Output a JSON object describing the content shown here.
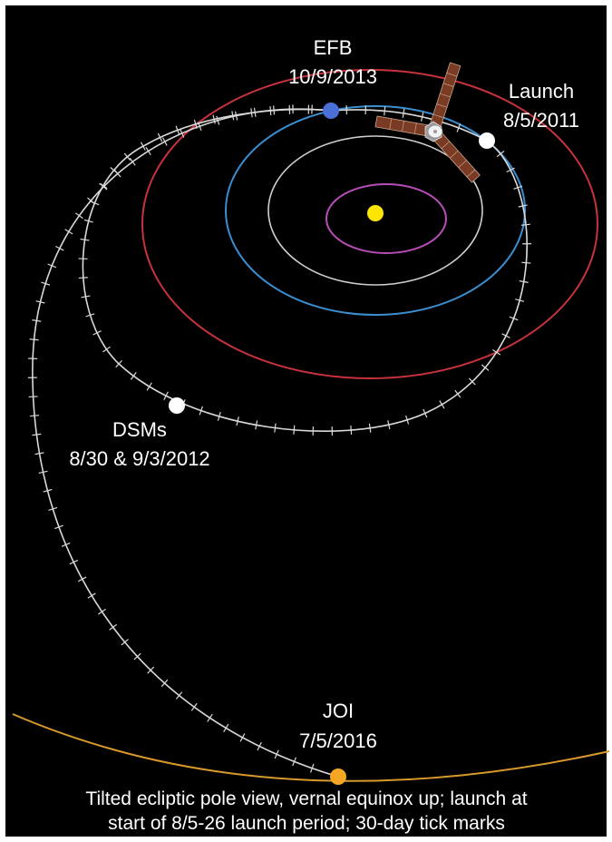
{
  "labels": {
    "efb_name": "EFB",
    "efb_date": "10/9/2013",
    "launch_name": "Launch",
    "launch_date": "8/5/2011",
    "dsm_name": "DSMs",
    "dsm_dates": "8/30 & 9/3/2012",
    "joi_name": "JOI",
    "joi_date": "7/5/2016"
  },
  "caption": {
    "line1": "Tilted ecliptic pole view, vernal equinox up; launch at",
    "line2": "start of 8/5-26 launch period; 30-day tick marks"
  },
  "colors": {
    "background": "#000000",
    "sun": "#ffe600",
    "mercury_orbit": "#b84db8",
    "venus_orbit": "#cfcfcf",
    "earth_orbit": "#3b8fd1",
    "mars_orbit": "#c8323c",
    "jupiter_orbit": "#d99a2b",
    "trajectory": "#d9d9d9",
    "efb_marker": "#4a6fd6",
    "launch_marker": "#ffffff",
    "dsm_marker": "#ffffff",
    "joi_marker": "#f5a623"
  },
  "icons": {
    "spacecraft": "juno-spacecraft-icon"
  }
}
